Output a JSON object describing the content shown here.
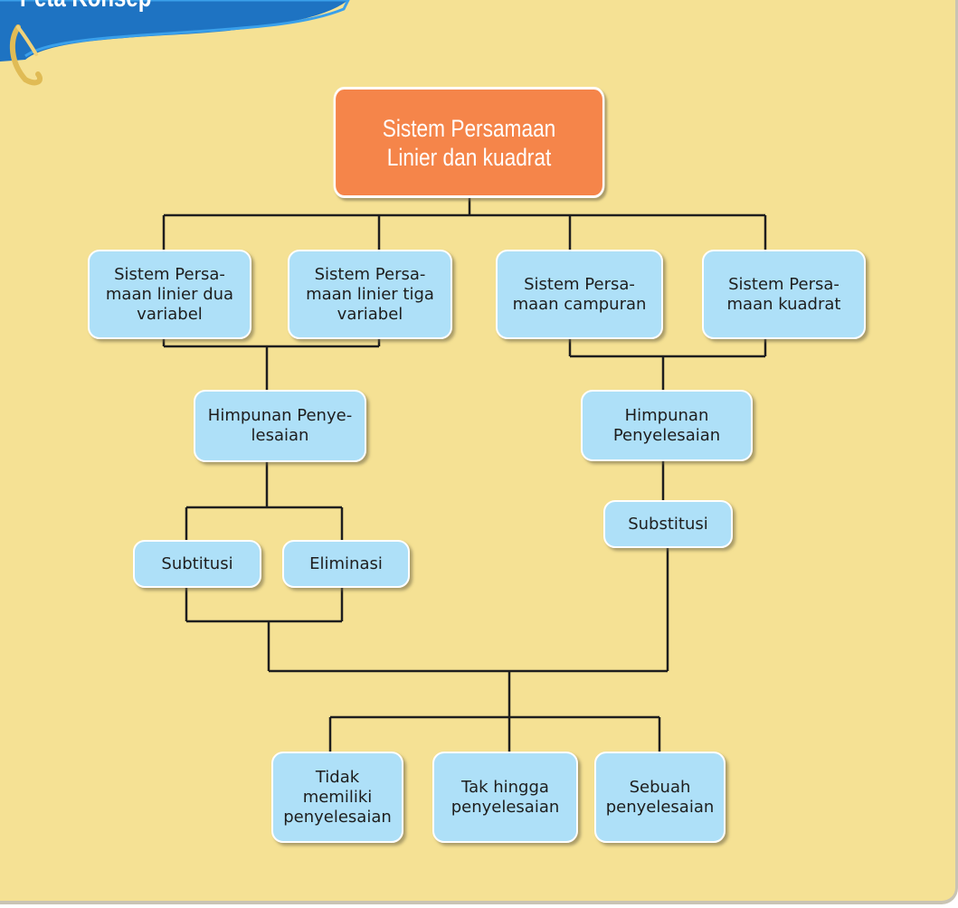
{
  "banner": {
    "title": "Peta Konsep"
  },
  "nodes": {
    "root": "Sistem Persamaan\nLinier dan kuadrat",
    "spldv": "Sistem Persa-\nmaan linier dua\nvariabel",
    "spltv": "Sistem Persa-\nmaan linier tiga\nvariabel",
    "campuran": "Sistem Persa-\nmaan campuran",
    "kuadrat": "Sistem Persa-\nmaan kuadrat",
    "hp_left": "Himpunan Penye-\nlesaian",
    "hp_right": "Himpunan\nPenyelesaian",
    "subtitusi": "Subtitusi",
    "eliminasi": "Eliminasi",
    "substitusi": "Substitusi",
    "tidak": "Tidak\nmemiliki\npenyelesaian",
    "tak_hingga": "Tak hingga\npenyelesaian",
    "sebuah": "Sebuah\npenyelesaian"
  },
  "colors": {
    "background": "#f5e194",
    "root_fill": "#f5854a",
    "node_fill": "#aee0f8",
    "line": "#1e1e1e",
    "banner": "#1e73c2"
  }
}
